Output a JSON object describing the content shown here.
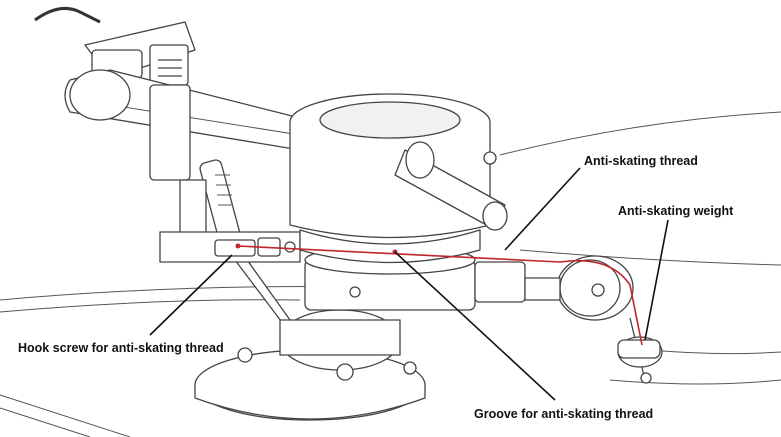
{
  "labels": {
    "anti_skating_thread": "Anti-skating thread",
    "anti_skating_weight": "Anti-skating weight",
    "hook_screw": "Hook screw for anti-skating thread",
    "groove": "Groove for anti-skating thread"
  },
  "colors": {
    "thread": "#c0262d",
    "line": "#444444",
    "text": "#111111"
  }
}
